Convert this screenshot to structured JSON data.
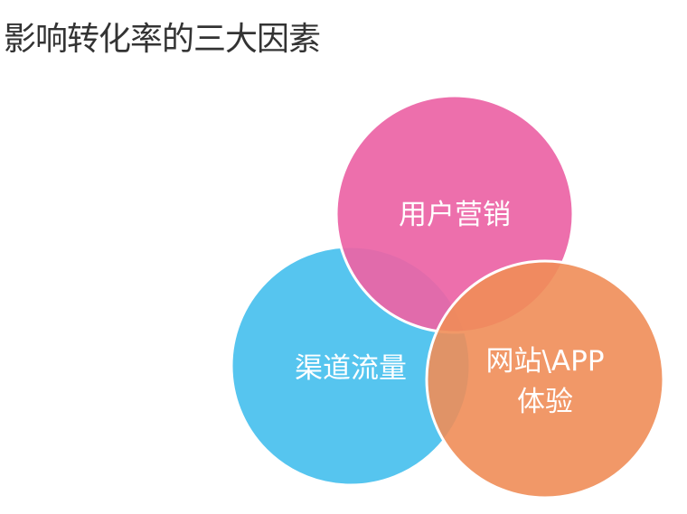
{
  "title": "影响转化率的三大因素",
  "circles": [
    {
      "id": "channel",
      "label_lines": [
        "渠道流量"
      ],
      "color": "#56C5EF"
    },
    {
      "id": "marketing",
      "label_lines": [
        "用户营销"
      ],
      "color": "#EC64A6"
    },
    {
      "id": "website",
      "label_lines": [
        "网站\\APP",
        "体验"
      ],
      "color": "#F08D58"
    }
  ]
}
